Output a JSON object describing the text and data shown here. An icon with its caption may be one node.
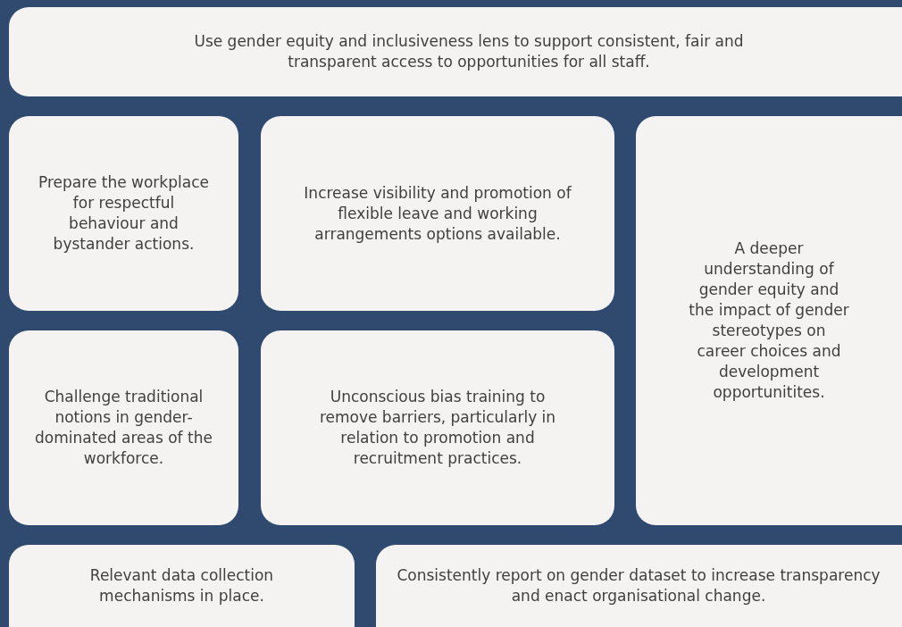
{
  "diagram": {
    "nodes": [
      {
        "text": [
          "Use gender equity and inclusiveness lens to support consistent, fair and transparent access to opportunities for all staff."
        ]
      },
      {
        "text": [
          "Prepare the workplace for respectful behaviour and bystander actions."
        ]
      },
      {
        "text": [
          "Increase visibility and promotion of flexible leave and working arrangements options available."
        ]
      },
      {
        "text": [
          "A deeper understanding of gender equity and the impact of gender stereotypes on career choices and development opportunitites."
        ]
      },
      {
        "text": [
          "Challenge traditional notions in gender-dominated areas of the workforce."
        ]
      },
      {
        "text": [
          "Unconscious bias training to remove barriers, particularly in relation to promotion and recruitment practices."
        ]
      },
      {
        "text": [
          "Relevant data collection mechanisms in place."
        ]
      },
      {
        "text": [
          "Consistently report on gender dataset to increase transparency and enact organisational change."
        ]
      }
    ]
  }
}
